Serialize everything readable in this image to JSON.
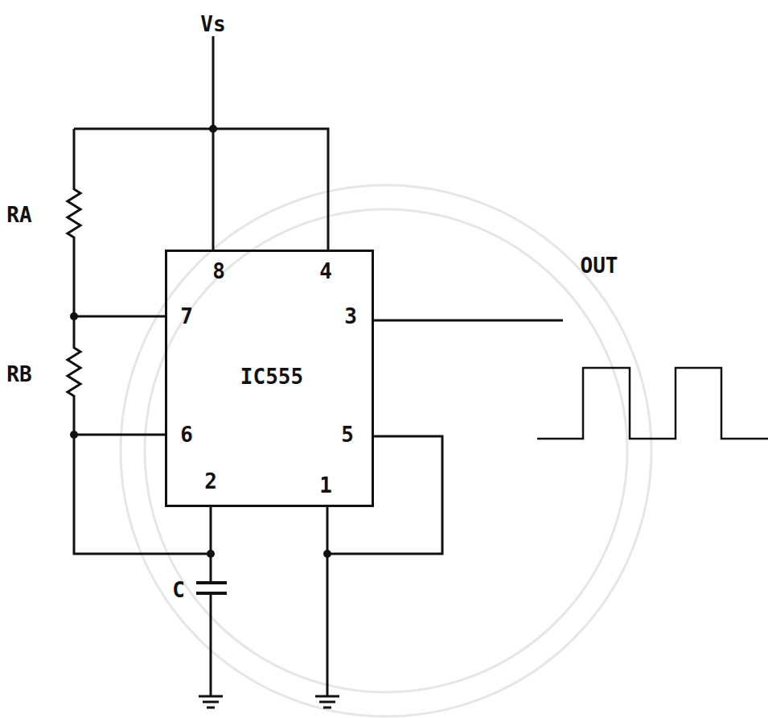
{
  "diagram": {
    "nodes": [
      {
        "text": [
          "IC555"
        ]
      }
    ],
    "labels": [
      "Vs",
      "RA",
      "RB",
      "8",
      "4",
      "7",
      "3",
      "6",
      "5",
      "2",
      "1",
      "C",
      "OUT"
    ]
  }
}
